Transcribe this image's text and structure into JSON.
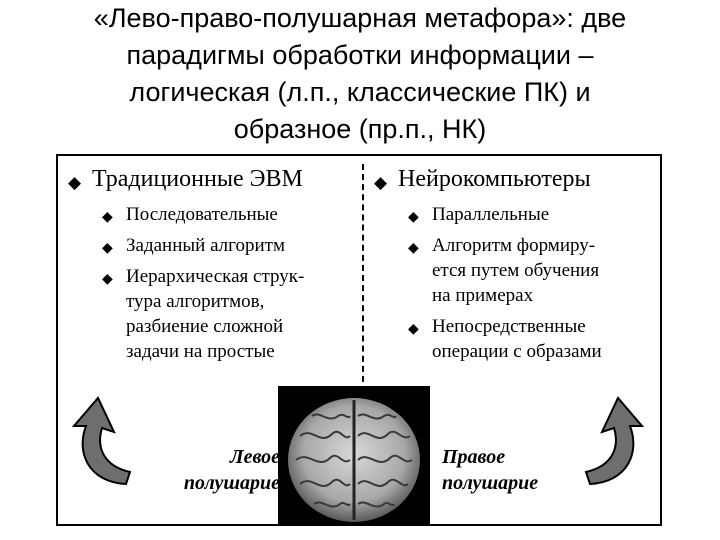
{
  "title": {
    "lines": [
      "«Лево-право-полушарная метафора»: две",
      "парадигмы обработки информации –",
      "логическая (л.п., классические ПК) и",
      "образное (пр.п., НК)"
    ]
  },
  "bullet_glyph": "◆",
  "left_column": {
    "heading": "Традиционные ЭВМ",
    "items": [
      {
        "lines": [
          "Последовательные"
        ]
      },
      {
        "lines": [
          "Заданный алгоритм"
        ]
      },
      {
        "lines": [
          "Иерархическая струк-",
          "тура алгоритмов,",
          "разбиение сложной",
          "задачи на простые"
        ]
      }
    ]
  },
  "right_column": {
    "heading": "Нейрокомпьютеры",
    "items": [
      {
        "lines": [
          "Параллельные"
        ]
      },
      {
        "lines": [
          "Алгоритм формиру-",
          "ется путем обучения",
          "на примерах"
        ]
      },
      {
        "lines": [
          "Непосредственные",
          "операции с образами"
        ]
      }
    ]
  },
  "left_hemisphere_label": [
    "Левое",
    "полушарие"
  ],
  "right_hemisphere_label": [
    "Правое",
    "полушарие"
  ],
  "colors": {
    "brain_background": "#000000",
    "brain_tone": "#bdbdbd",
    "arrow_fill": "#6e6e6e"
  }
}
